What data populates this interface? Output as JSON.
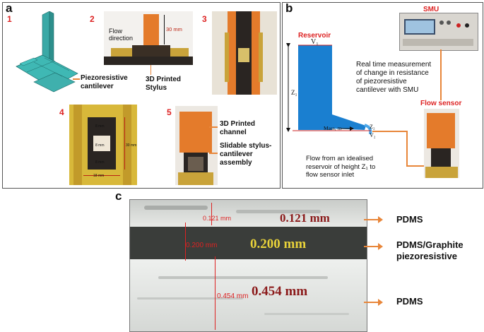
{
  "panel_a": {
    "label": "a",
    "sub_numbers": [
      "1",
      "2",
      "3",
      "4",
      "5"
    ],
    "flow_direction": "Flow\ndirection",
    "stylus_height": "30 mm",
    "piezoresistive_cantilever": "Piezoresistive\ncantilever",
    "printed_stylus": "3D Printed\nStylus",
    "printed_channel": "3D Printed\nchannel",
    "slidable_assembly": "Slidable stylus-\ncantilever\nassembly",
    "dim_8mm": "8 mm",
    "dim_30mm": "30 mm",
    "dim_18mm": "18 mm"
  },
  "panel_b": {
    "label": "b",
    "smu_title": "SMU",
    "reservoir_title": "Reservoir",
    "v1": "V₁",
    "z1": "Z₁",
    "z2": "Z₂",
    "v2": "V₂",
    "mass": "Mass, m",
    "measurement_text": "Real time measurement\nof change in resistance\nof piezoresistive\ncantilever with SMU",
    "flow_sensor_title": "Flow sensor",
    "flow_caption": "Flow from an idealised\nreservoir of height Z₁ to\nflow sensor inlet"
  },
  "panel_c": {
    "label": "c",
    "m1_small": "0.121 mm",
    "m1_big": "0.121 mm",
    "m2_small": "0.200 mm",
    "m2_big": "0.200 mm",
    "m3_small": "0.454 mm",
    "m3_big": "0.454 mm",
    "layer1": "PDMS",
    "layer2": "PDMS/Graphite\npiezoresistive",
    "layer3": "PDMS"
  },
  "colors": {
    "red_label": "#dd2222",
    "orange": "#e8863a",
    "blue_water": "#1a7fd0",
    "dark_red_text": "#8b1a1a",
    "yellow_text": "#e8d23a"
  }
}
